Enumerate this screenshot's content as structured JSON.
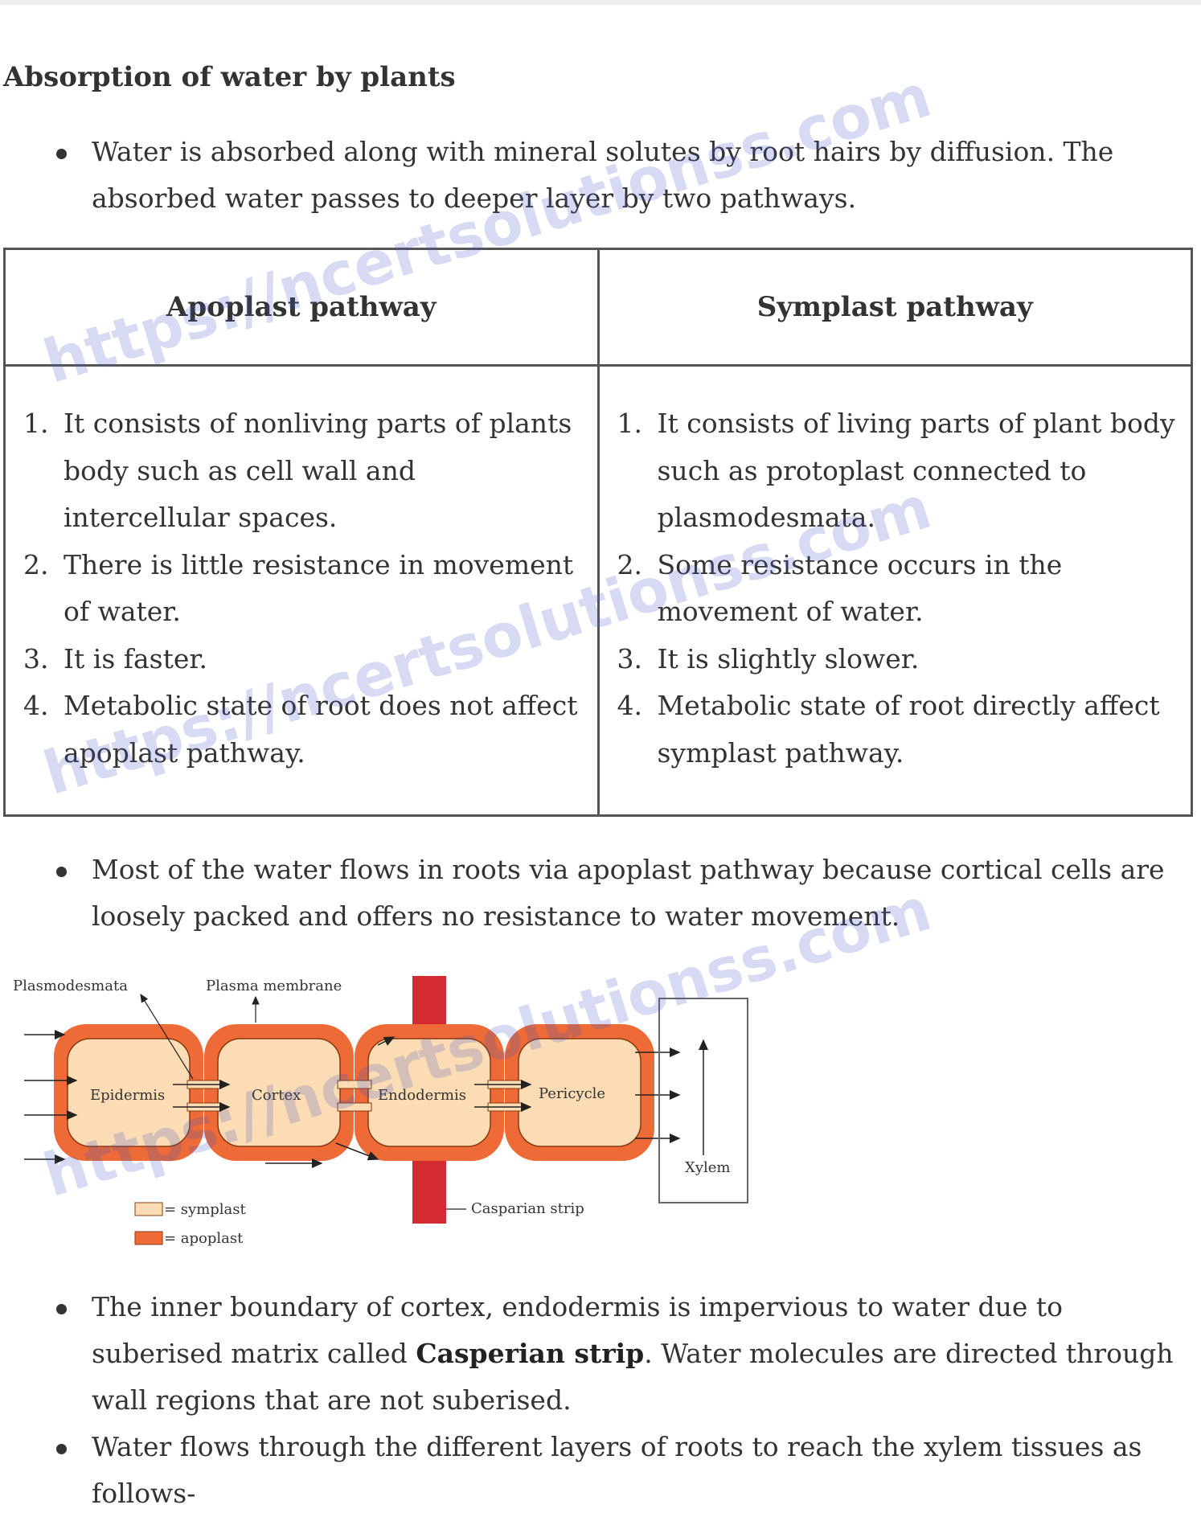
{
  "title": "Absorption of water by plants",
  "intro_bullet": "Water is absorbed along with mineral solutes by root hairs by diffusion. The absorbed water passes to deeper layer by two pathways.",
  "table": {
    "headers": [
      "Apoplast pathway",
      "Symplast pathway"
    ],
    "apoplast": [
      "It consists of nonliving parts of plants body such as cell wall and intercellular spaces.",
      "There is little resistance in movement of water.",
      "It is faster.",
      "Metabolic state of root does not affect apoplast pathway."
    ],
    "symplast": [
      "It consists of living parts of plant body such as protoplast connected to plasmodesmata.",
      "Some resistance occurs in the movement of water.",
      "It is slightly slower.",
      "Metabolic state of root directly affect symplast pathway."
    ]
  },
  "bullet_after_table": "Most of the water flows in roots via apoplast pathway because cortical cells are loosely packed and offers no resistance to water movement.",
  "figure": {
    "labels": {
      "plasmodesmata": "Plasmodesmata",
      "plasma_membrane": "Plasma membrane",
      "epidermis": "Epidermis",
      "cortex": "Cortex",
      "endodermis": "Endodermis",
      "pericycle": "Pericycle",
      "xylem": "Xylem",
      "casparian_strip": "Casparian strip",
      "legend_symplast": "= symplast",
      "legend_apoplast": "= apoplast"
    },
    "colors": {
      "symplast": "#fbdcb4",
      "apoplast": "#ee6a36",
      "casparian": "#d42b32"
    }
  },
  "bullet_casperian": {
    "before": "The inner boundary of cortex, endodermis is impervious to water due to suberised matrix called ",
    "bold": "Casperian strip",
    "after": ". Water molecules are directed through wall regions that are not suberised."
  },
  "bullet_last": "Water flows through the different layers of roots to reach the xylem tissues as follows-",
  "watermark": "https://ncertsolutionss.com"
}
